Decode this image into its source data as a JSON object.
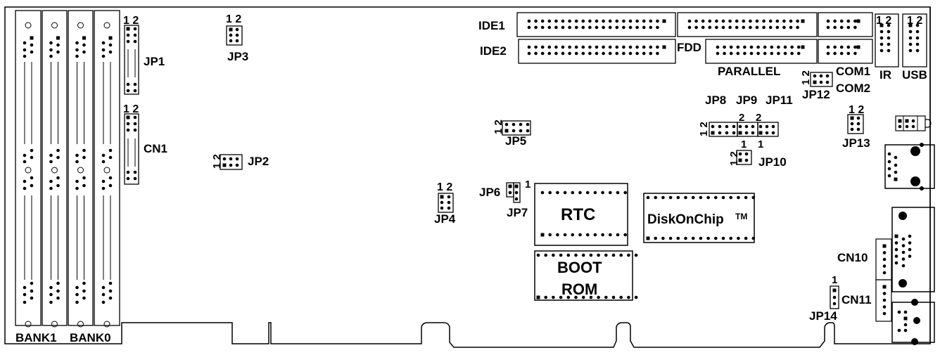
{
  "title": "Single board computer jumper and connector layout",
  "memory": {
    "bank1": "BANK1",
    "bank0": "BANK0"
  },
  "jumpers": {
    "jp1": "JP1",
    "jp2": "JP2",
    "jp3": "JP3",
    "jp4": "JP4",
    "jp5": "JP5",
    "jp6": "JP6",
    "jp7": "JP7",
    "jp8": "JP8",
    "jp9": "JP9",
    "jp10": "JP10",
    "jp11": "JP11",
    "jp12": "JP12",
    "jp13": "JP13",
    "jp14": "JP14"
  },
  "connectors": {
    "cn1": "CN1",
    "cn10": "CN10",
    "cn11": "CN11",
    "ide1": "IDE1",
    "ide2": "IDE2",
    "fdd": "FDD",
    "parallel": "PARALLEL",
    "com1": "COM1",
    "com2": "COM2",
    "ir": "IR",
    "usb": "USB"
  },
  "chips": {
    "rtc": "RTC",
    "diskonchip": "DiskOnChip",
    "diskonchip_tm": "TM",
    "boot_line1": "BOOT",
    "boot_line2": "ROM"
  },
  "pins": {
    "one": "1",
    "two": "2",
    "one_two": "1 2"
  }
}
